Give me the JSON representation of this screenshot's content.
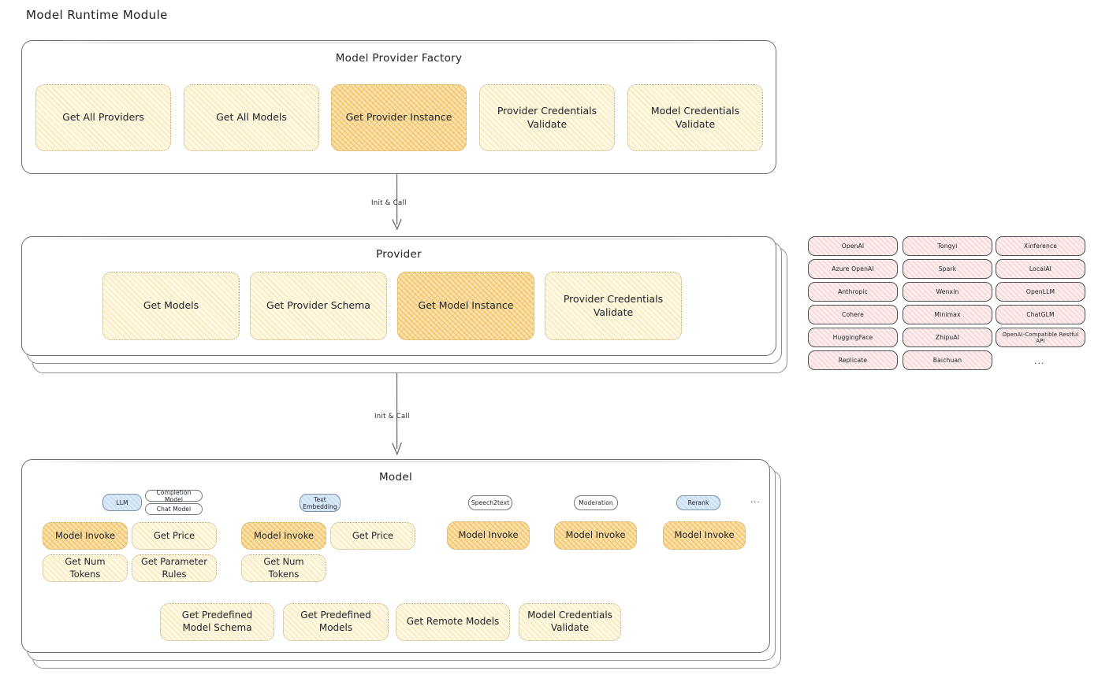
{
  "page": {
    "title": "Model Runtime Module"
  },
  "colors": {
    "accent_strong": "#fbe3b0",
    "accent_pale": "#fdf8e3",
    "chip_blue": "#dceaf7",
    "provider_pill": "#fbeded",
    "stroke": "#6e7275"
  },
  "factory": {
    "title": "Model Provider Factory",
    "methods": [
      {
        "label": "Get All Providers",
        "highlight": false
      },
      {
        "label": "Get All Models",
        "highlight": false
      },
      {
        "label": "Get Provider Instance",
        "highlight": true
      },
      {
        "label": "Provider Credentials Validate",
        "highlight": false
      },
      {
        "label": "Model Credentials Validate",
        "highlight": false
      }
    ]
  },
  "arrow_factory_to_provider": {
    "label": "Init & Call"
  },
  "provider": {
    "title": "Provider",
    "methods": [
      {
        "label": "Get Models",
        "highlight": false
      },
      {
        "label": "Get Provider Schema",
        "highlight": false
      },
      {
        "label": "Get Model Instance",
        "highlight": true
      },
      {
        "label": "Provider Credentials Validate",
        "highlight": false
      }
    ]
  },
  "arrow_provider_to_model": {
    "label": "Init & Call"
  },
  "provider_list": {
    "columns": [
      {
        "items": [
          "OpenAI",
          "Azure OpenAI",
          "Anthropic",
          "Cohere",
          "HuggingFace",
          "Replicate"
        ],
        "ellipsis": false
      },
      {
        "items": [
          "Tongyi",
          "Spark",
          "Wenxin",
          "Minimax",
          "ZhipuAI",
          "Baichuan"
        ],
        "ellipsis": false
      },
      {
        "items": [
          "Xinference",
          "LocalAI",
          "OpenLLM",
          "ChatGLM",
          "OpenAI-Compatible Restful API"
        ],
        "ellipsis": true
      }
    ],
    "ellipsis_glyph": "..."
  },
  "model": {
    "title": "Model",
    "more_glyph": "...",
    "types": [
      {
        "chip": "LLM",
        "chip_style": "blue",
        "subchips": [
          "Completion Model",
          "Chat Model"
        ],
        "methods": [
          {
            "label": "Model Invoke",
            "highlight": true
          },
          {
            "label": "Get Price",
            "highlight": false
          },
          {
            "label": "Get Num Tokens",
            "highlight": false
          },
          {
            "label": "Get Parameter Rules",
            "highlight": false
          }
        ]
      },
      {
        "chip": "Text Embedding",
        "chip_style": "blue",
        "subchips": [],
        "methods": [
          {
            "label": "Model Invoke",
            "highlight": true
          },
          {
            "label": "Get Price",
            "highlight": false
          },
          {
            "label": "Get Num Tokens",
            "highlight": false
          }
        ]
      },
      {
        "chip": "Speech2text",
        "chip_style": "white",
        "subchips": [],
        "methods": [
          {
            "label": "Model Invoke",
            "highlight": true
          }
        ]
      },
      {
        "chip": "Moderation",
        "chip_style": "white",
        "subchips": [],
        "methods": [
          {
            "label": "Model Invoke",
            "highlight": true
          }
        ]
      },
      {
        "chip": "Rerank",
        "chip_style": "blue",
        "subchips": [],
        "methods": [
          {
            "label": "Model Invoke",
            "highlight": true
          }
        ]
      }
    ],
    "shared_methods": [
      {
        "label": "Get Predefined Model Schema",
        "highlight": false
      },
      {
        "label": "Get Predefined Models",
        "highlight": false
      },
      {
        "label": "Get Remote Models",
        "highlight": false
      },
      {
        "label": "Model Credentials Validate",
        "highlight": false
      }
    ]
  }
}
